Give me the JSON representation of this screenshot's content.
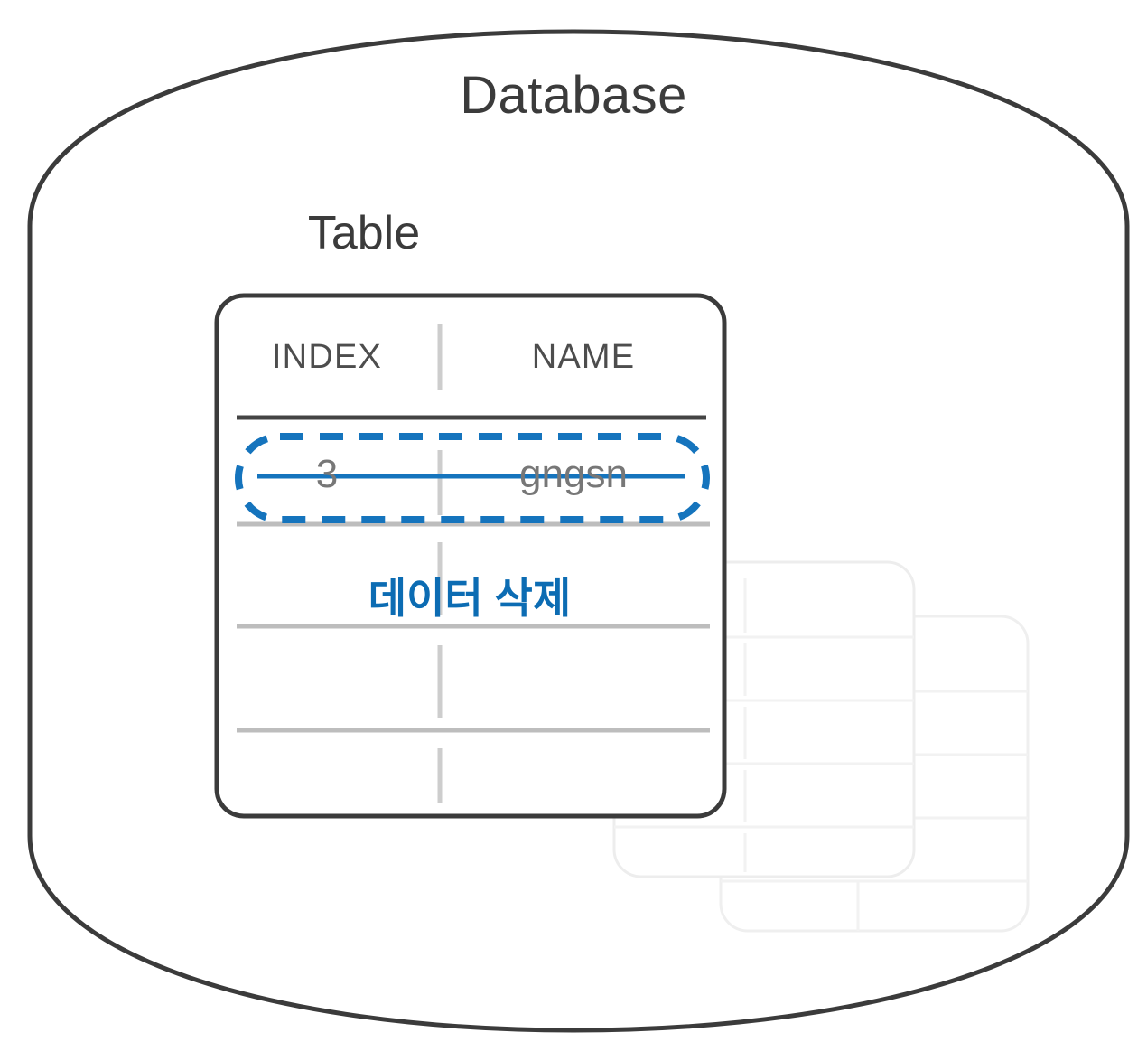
{
  "diagram": {
    "title": "Database",
    "subtitle": "Table",
    "annotation": "데이터 삭제",
    "colors": {
      "outline": "#3b3b3b",
      "accent": "#0c6cb3",
      "accent_dashed": "#1574bd",
      "text_gray": "#777777",
      "header_gray": "#4d4d4d",
      "rule_dark": "#444444",
      "rule_light": "#bfbfbf",
      "divider_light": "#c9c9c9",
      "ghost": "#f0f0f0"
    }
  },
  "table": {
    "columns": [
      "INDEX",
      "NAME"
    ],
    "rows": [
      {
        "index": "3",
        "name": "gngsn",
        "state": "marked-for-deletion",
        "struck_through": true,
        "highlighted": true
      },
      {
        "index": "",
        "name": "",
        "state": "empty"
      },
      {
        "index": "",
        "name": "",
        "state": "empty"
      },
      {
        "index": "",
        "name": "",
        "state": "empty"
      }
    ]
  },
  "icons": {
    "deletion_highlight": "dashed-capsule-icon",
    "strikethrough": "strikethrough-line-icon",
    "database_shape": "database-cylinder-icon",
    "stacked_tables": "stacked-tables-icon"
  }
}
